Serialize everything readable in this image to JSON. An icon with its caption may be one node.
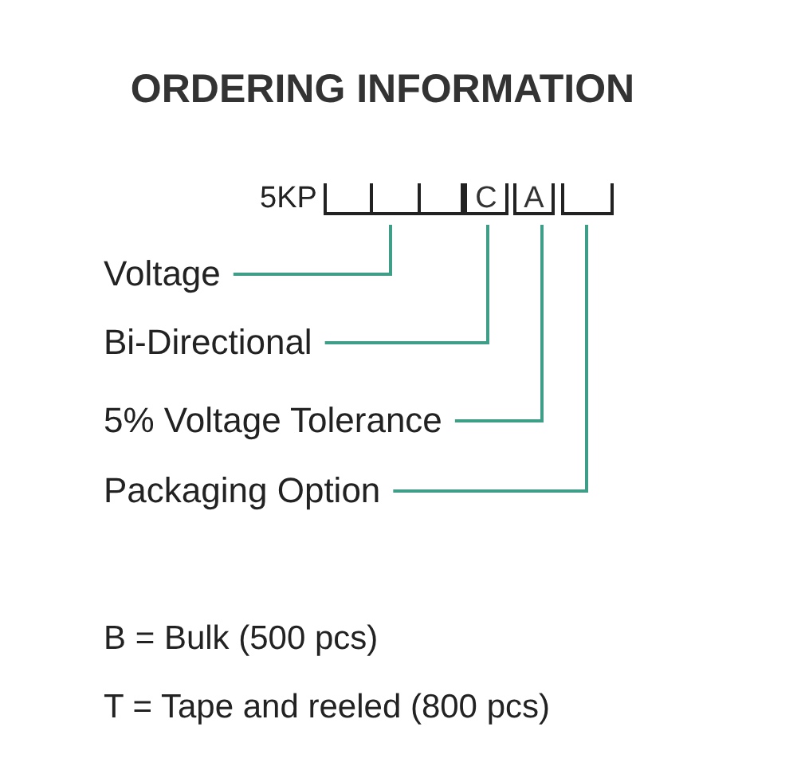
{
  "diagram": {
    "title": "ORDERING INFORMATION",
    "nodes": [
      {
        "text": [],
        "shape": "box"
      },
      {
        "text": [
          "C"
        ]
      },
      {
        "text": [
          "A"
        ]
      },
      {
        "text": [],
        "shape": "box"
      },
      {
        "text": [
          "Voltage"
        ]
      },
      {
        "text": [
          "Bi-Directional"
        ]
      },
      {
        "text": [
          "5% Voltage Tolerance"
        ]
      },
      {
        "text": [
          "Packaging Option"
        ]
      }
    ],
    "edges": [
      {
        "from": 4,
        "to": 0,
        "arrow": "none"
      },
      {
        "from": 5,
        "to": 1,
        "arrow": "none"
      },
      {
        "from": 6,
        "to": 2,
        "arrow": "none"
      },
      {
        "from": 7,
        "to": 3,
        "arrow": "none"
      }
    ],
    "labels": [
      "5KP",
      "B = Bulk (500 pcs)",
      "T = Tape and reeled (800 pcs)"
    ]
  }
}
